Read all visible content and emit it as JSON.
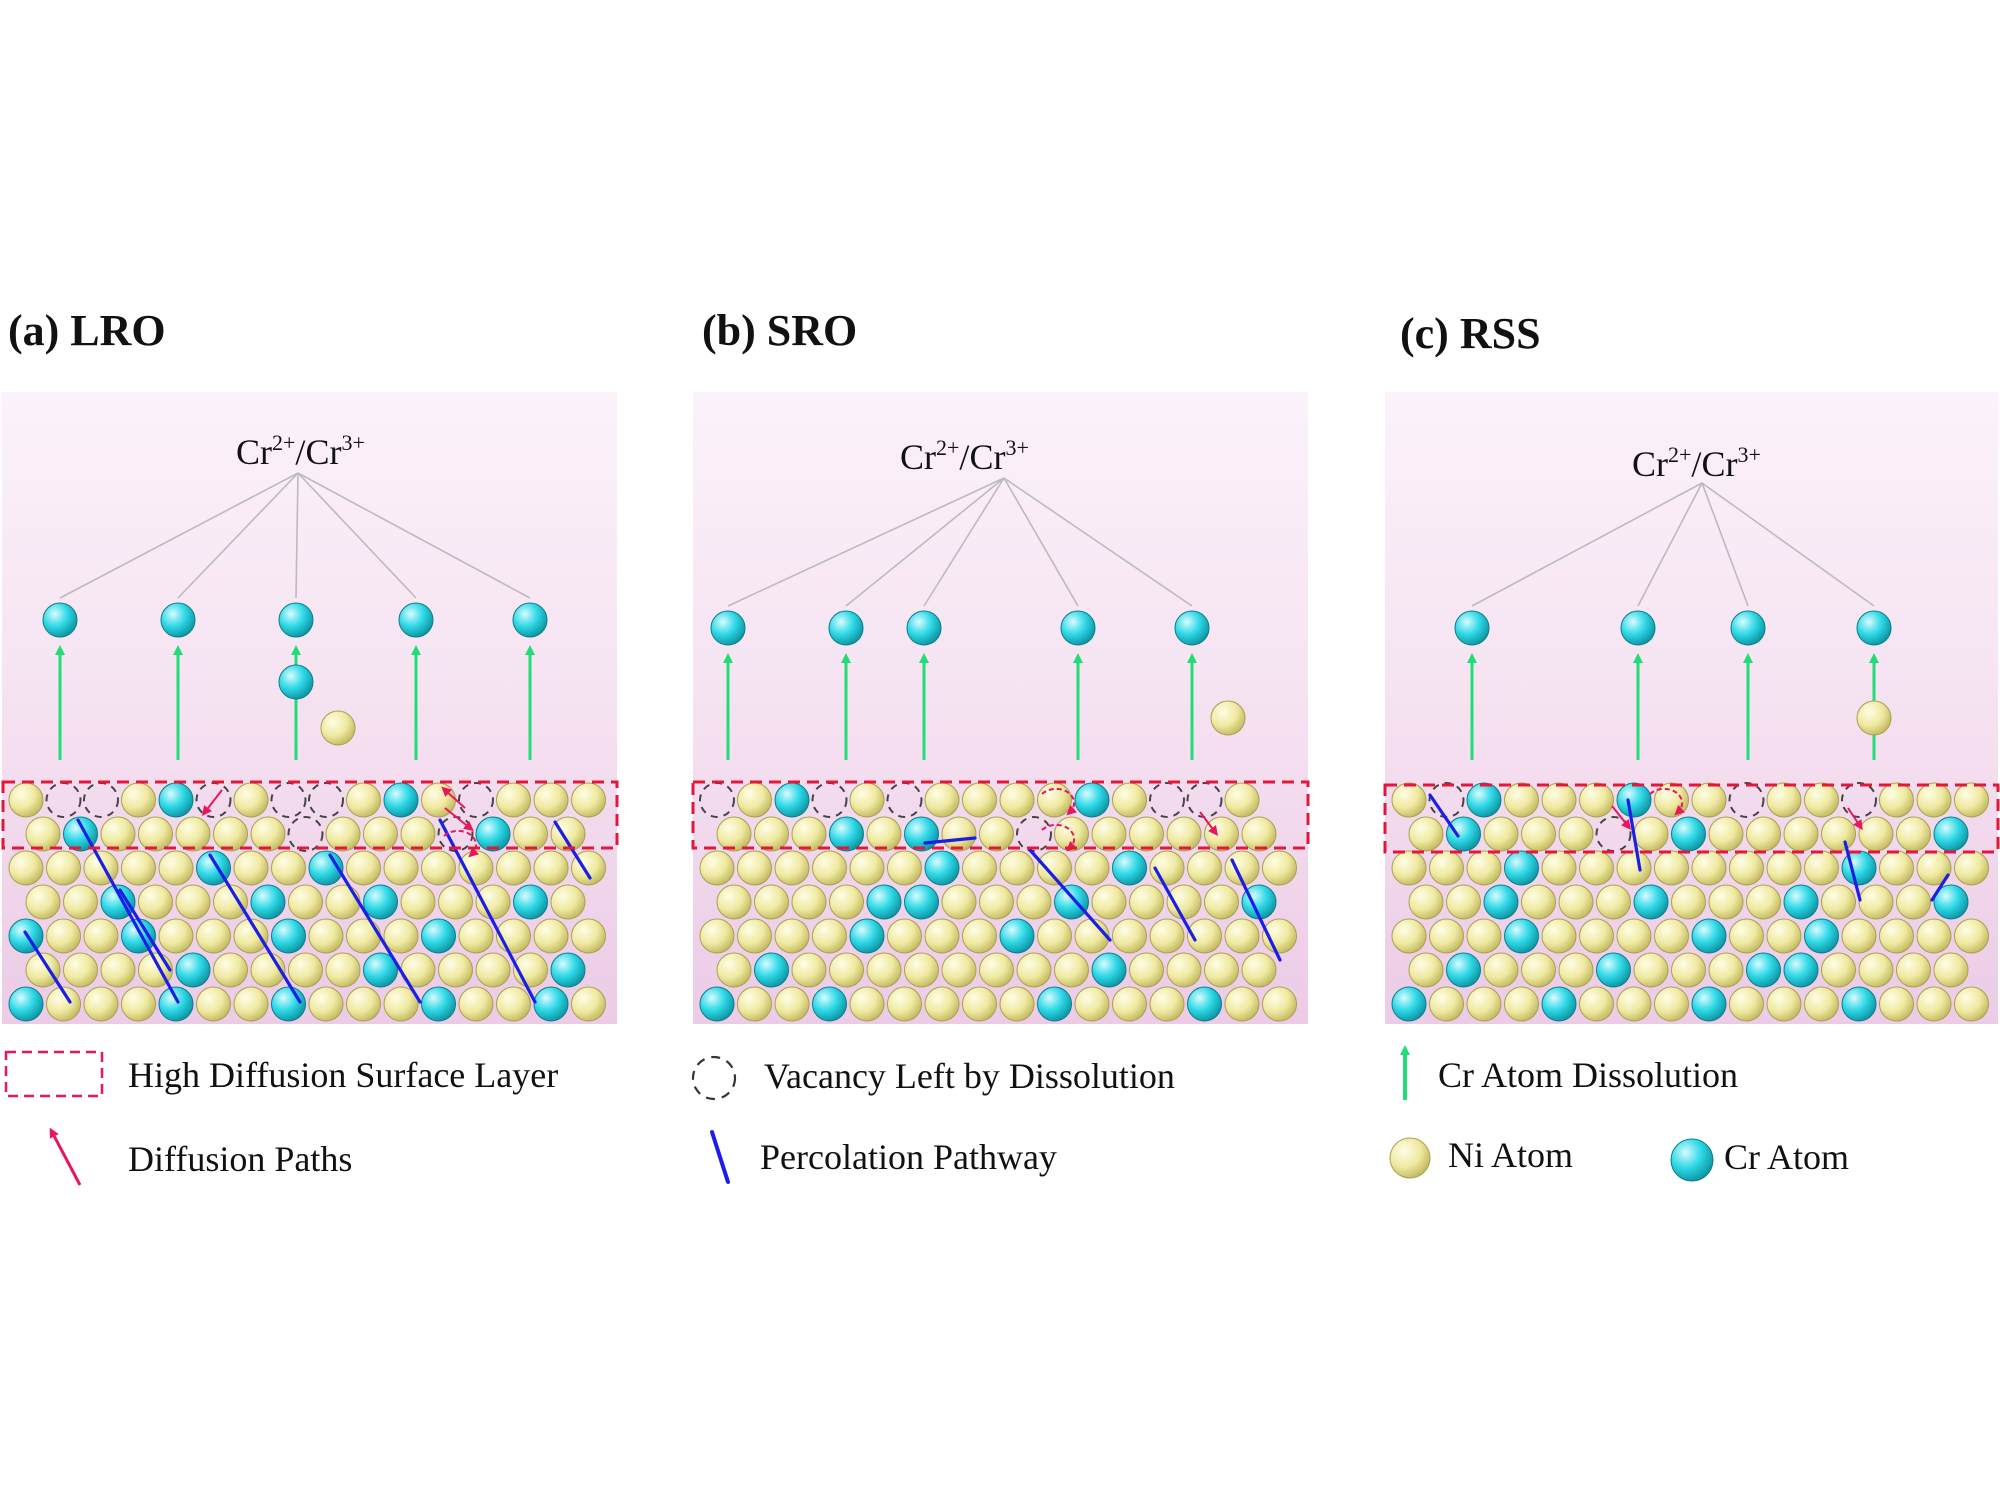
{
  "panels": [
    {
      "id": "lro",
      "title": "(a) LRO",
      "ion": {
        "base1": "Cr",
        "sup1": "2+",
        "sep": "/",
        "base2": "Cr",
        "sup2": "3+"
      }
    },
    {
      "id": "sro",
      "title": "(b) SRO",
      "ion": {
        "base1": "Cr",
        "sup1": "2+",
        "sep": "/",
        "base2": "Cr",
        "sup2": "3+"
      }
    },
    {
      "id": "rss",
      "title": "(c) RSS",
      "ion": {
        "base1": "Cr",
        "sup1": "2+",
        "sep": "/",
        "base2": "Cr",
        "sup2": "3+"
      }
    }
  ],
  "legend": {
    "surface_layer": "High Diffusion Surface Layer",
    "diffusion_paths": "Diffusion Paths",
    "vacancy": "Vacancy Left by Dissolution",
    "percolation": "Percolation Pathway",
    "cr_dissolution": "Cr Atom Dissolution",
    "ni_atom": "Ni Atom",
    "cr_atom": "Cr Atom"
  },
  "colors": {
    "ni": "#efe9a0",
    "cr": "#2ed8e6",
    "surface_box": "#e4173b",
    "diffusion_arrow": "#e8175d",
    "vacancy": "#444444",
    "percolation": "#1a1ee6",
    "dissolution_arrow": "#22dd77",
    "background_top": "#ffffff",
    "background_bottom": "#f0cbe8"
  }
}
